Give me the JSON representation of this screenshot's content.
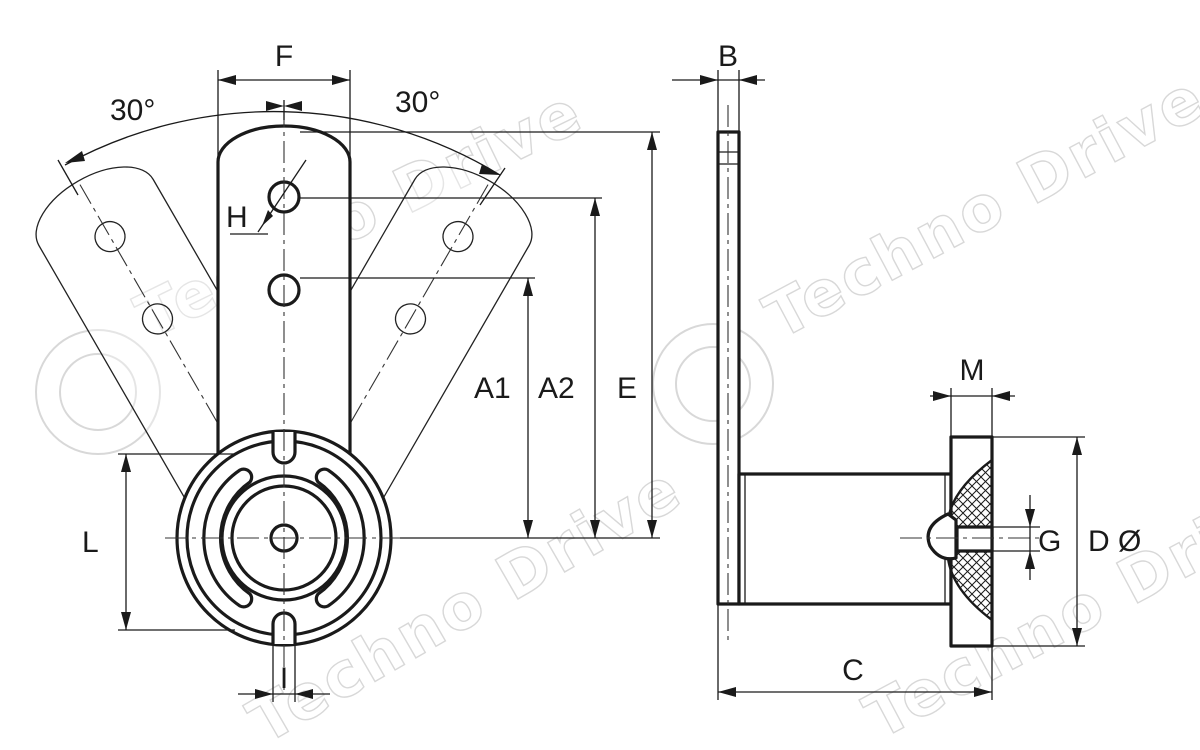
{
  "labels": {
    "F": "F",
    "B": "B",
    "angle_left": "30°",
    "angle_right": "30°",
    "H": "H",
    "A1": "A1",
    "A2": "A2",
    "E": "E",
    "L": "L",
    "I": "I",
    "M": "M",
    "G": "G",
    "D": "D Ø",
    "C": "C"
  },
  "watermark": {
    "text": "Techno Drive"
  },
  "colors": {
    "line": "#1a1a1a",
    "watermark": "#c8c8c8",
    "background": "#ffffff"
  }
}
